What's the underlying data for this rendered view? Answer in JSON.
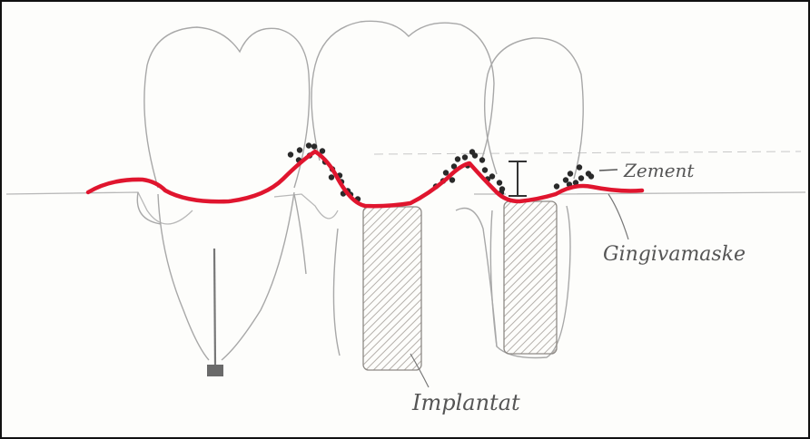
{
  "labels": {
    "cement": "Zement",
    "gingiva_mask": "Gingivamaske",
    "implant": "Implantat"
  },
  "colors": {
    "gingiva_mask": "#e0152e",
    "cement": "#2a2a2a",
    "pencil": "#9a9a9a",
    "implant_hatch": "#b5b0ab",
    "background": "#fdfdfb"
  }
}
